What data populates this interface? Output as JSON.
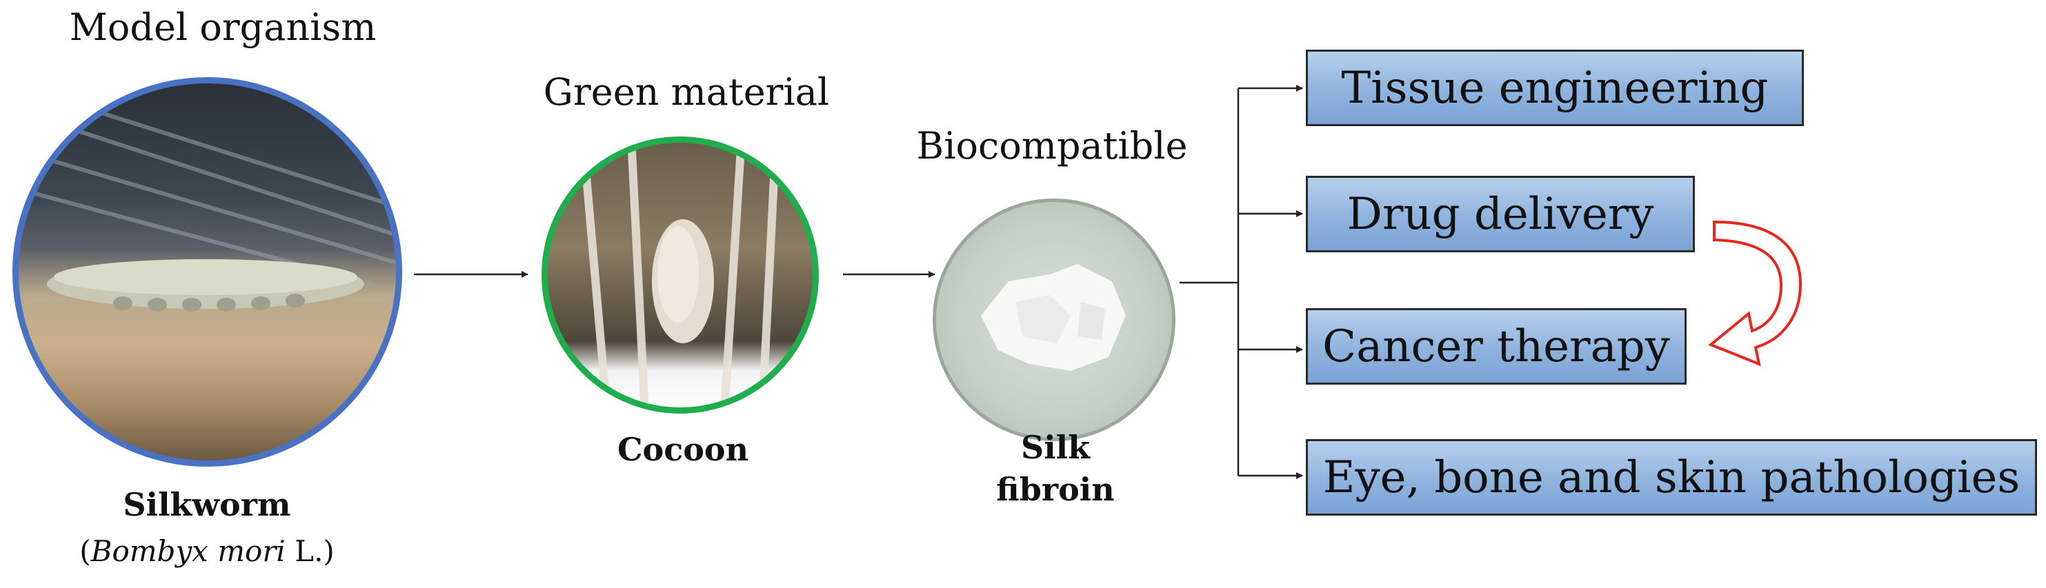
{
  "stages": {
    "silkworm": {
      "header": "Model organism",
      "name": "Silkworm",
      "latin_open": "(",
      "latin_italic": "Bombyx mori",
      "latin_close": " L.)",
      "photo_icon": "silkworm-photo",
      "ring_color": "#4a72c4"
    },
    "cocoon": {
      "header": "Green material",
      "name": "Cocoon",
      "photo_icon": "cocoon-photo",
      "ring_color": "#1fae4b"
    },
    "fibroin": {
      "header": "Biocompatible",
      "name_line1": "Silk",
      "name_line2": "fibroin",
      "photo_icon": "petri-dish-photo"
    }
  },
  "applications": [
    {
      "label": "Tissue engineering"
    },
    {
      "label": "Drug delivery"
    },
    {
      "label": "Cancer therapy"
    },
    {
      "label": "Eye, bone and skin pathologies"
    }
  ],
  "colors": {
    "box_fill": "#8fb3de",
    "curved_arrow": "#e8261c",
    "connector": "#222222"
  }
}
